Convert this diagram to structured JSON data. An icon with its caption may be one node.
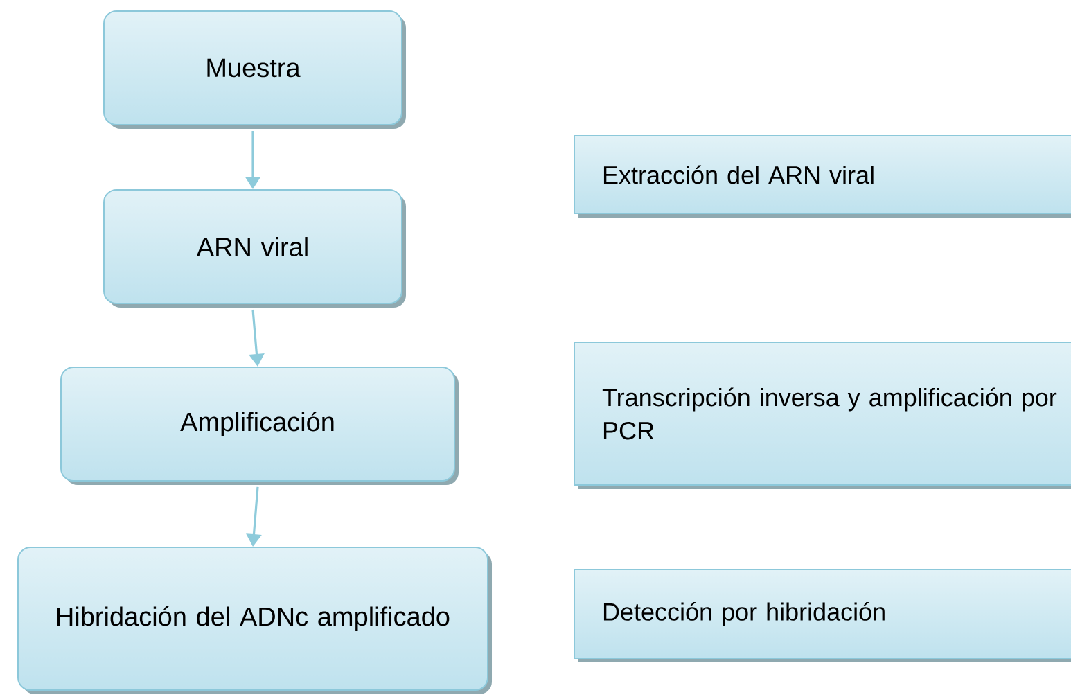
{
  "diagram": {
    "nodes": [
      {
        "text": [
          "Muestra"
        ]
      },
      {
        "text": [
          "ARN viral"
        ]
      },
      {
        "text": [
          "Amplificación"
        ]
      },
      {
        "text": [
          "Hibridación del ADNc amplificado"
        ]
      },
      {
        "text": [
          "Extracción del ARN viral"
        ]
      },
      {
        "text": [
          "Transcripción inversa y amplificación por PCR"
        ]
      },
      {
        "text": [
          "Detección por hibridación"
        ]
      }
    ],
    "edges": [
      {
        "from": 0,
        "to": 1,
        "arrow": "to"
      },
      {
        "from": 1,
        "to": 2,
        "arrow": "to"
      },
      {
        "from": 2,
        "to": 3,
        "arrow": "to"
      }
    ]
  }
}
